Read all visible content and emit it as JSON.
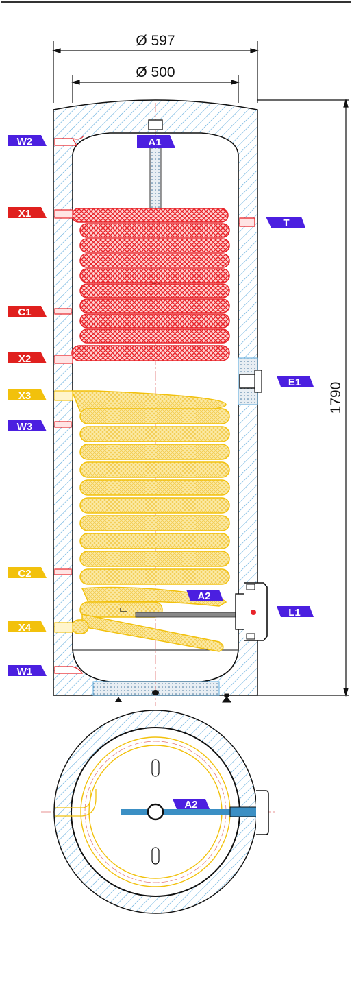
{
  "dimensions": {
    "outer_diameter": "Ø 597",
    "inner_diameter": "Ø 500",
    "height": "1790"
  },
  "colors": {
    "insulation": "#c5dff0",
    "insulation_hatch": "#5aa9dc",
    "heating_coil": "#e8242a",
    "solar_coil": "#f7d046",
    "label_purple": "#4b1fe0",
    "label_red": "#e0201e",
    "label_yellow": "#f2c10c",
    "rod": "#3b8fc4"
  },
  "labels": {
    "W2": "W2",
    "X1": "X1",
    "C1": "C1",
    "X2": "X2",
    "X3": "X3",
    "W3": "W3",
    "C2": "C2",
    "X4": "X4",
    "W1": "W1",
    "A1": "A1",
    "T": "T",
    "E1": "E1",
    "L1": "L1",
    "A2": "A2",
    "A2_top": "A2"
  }
}
